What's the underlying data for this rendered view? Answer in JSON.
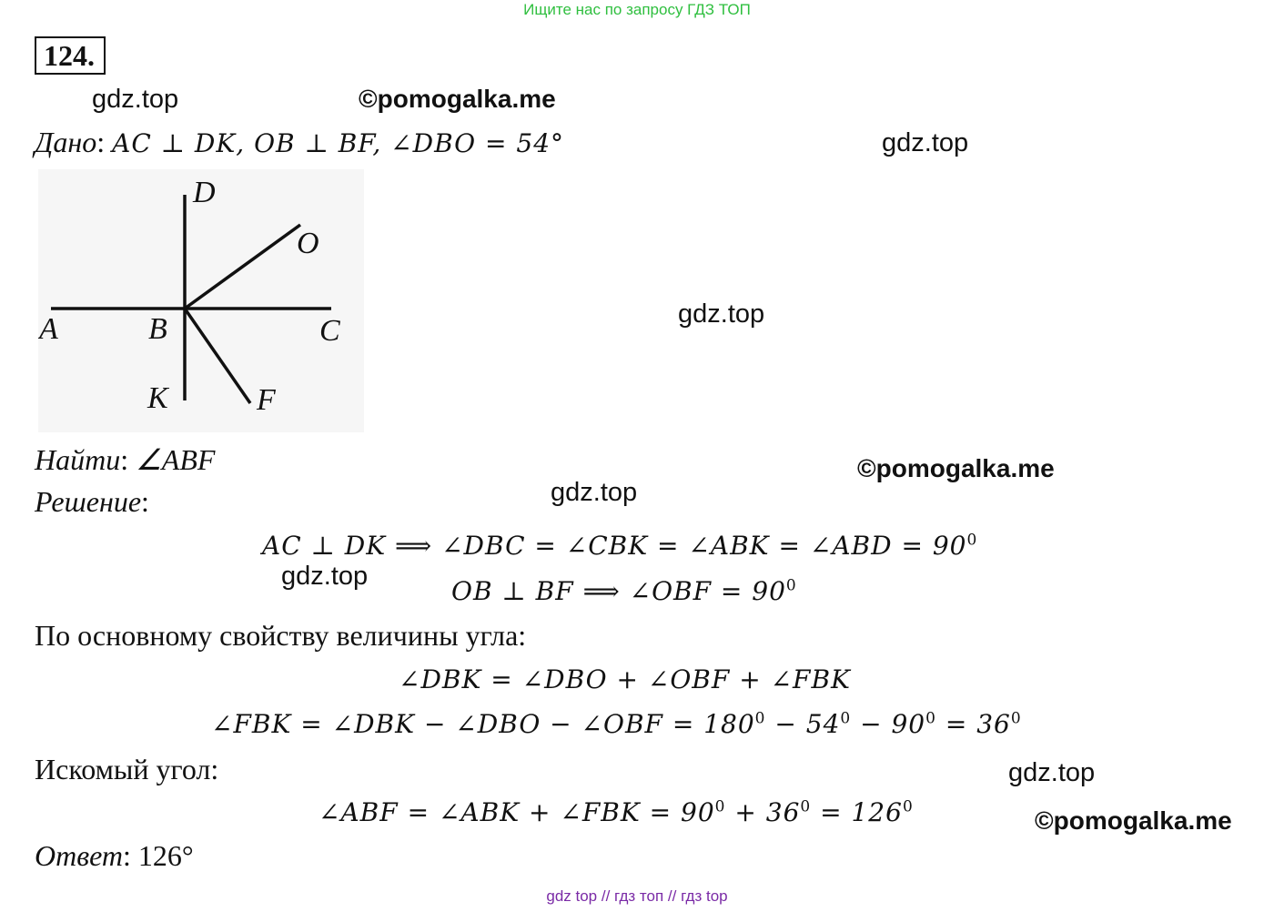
{
  "banner": "Ищите нас по запросу ГДЗ ТОП",
  "problem_number": "124.",
  "watermarks": {
    "gdz": "gdz.top",
    "pomogalka": "©pomogalka.me"
  },
  "given": {
    "label": "Дано",
    "text": "AC ⊥ DK, OB ⊥ BF, ∠DBO = 54°"
  },
  "figure": {
    "points": [
      "D",
      "O",
      "A",
      "B",
      "C",
      "K",
      "F"
    ]
  },
  "find": {
    "label": "Найти",
    "text": "∠ABF"
  },
  "solution_label": "Решение",
  "step1": {
    "main": "AC ⊥ DK ⟹ ∠DBC = ∠CBK = ∠ABK = ∠ABD = 90",
    "sup": "0"
  },
  "step2": {
    "main": "OB ⊥ BF ⟹ ∠OBF = 90",
    "sup": "0"
  },
  "property_text": "По основному свойству величины угла:",
  "eq_dbk": "∠DBK = ∠DBO + ∠OBF + ∠FBK",
  "eq_fbk": {
    "a": "∠FBK = ∠DBK − ∠DBO − ∠OBF = 180",
    "b": " − 54",
    "c": " − 90",
    "d": " = 36",
    "sup": "0"
  },
  "sought_text": "Искомый угол:",
  "eq_abf": {
    "a": "∠ABF = ∠ABK + ∠FBK = 90",
    "b": " + 36",
    "c": " = 126",
    "sup": "0"
  },
  "answer": {
    "label": "Ответ",
    "value": "126°"
  },
  "footer": {
    "a": "gdz top",
    "sep": "//",
    "b": "гдз топ",
    "c": "гдз top"
  }
}
